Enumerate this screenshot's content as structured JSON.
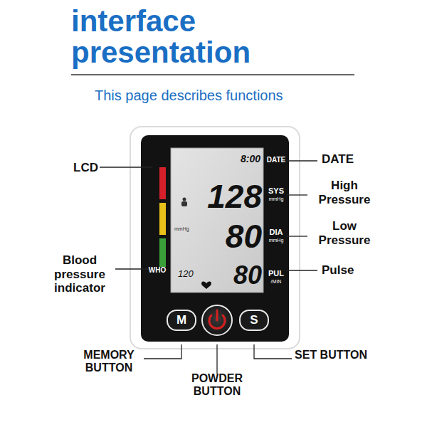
{
  "diagram": {
    "title": "interface presentation",
    "caption": "This page describes functions",
    "nodes": [
      {
        "text": [
          "M"
        ]
      },
      {
        "text": [
          "S"
        ]
      }
    ],
    "labels": [
      "LCD",
      "Blood pressure indicator",
      "MEMORY BUTTON",
      "POWDER BUTTON",
      "SET BUTTON",
      "DATE",
      "High Pressure",
      "Low Pressure",
      "Pulse",
      "8:00",
      "128",
      "80",
      "80",
      "120",
      "mmHg",
      "DATE",
      "SYS",
      "mmHg",
      "DIA",
      "mmHg",
      "PUL",
      "/MIN",
      "WHO"
    ]
  }
}
